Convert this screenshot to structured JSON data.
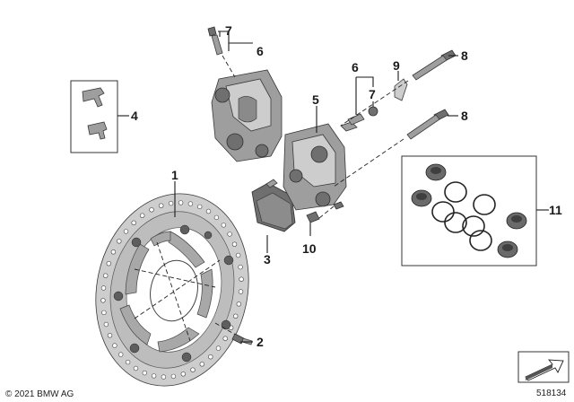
{
  "callouts": {
    "c1": "1",
    "c2": "2",
    "c3": "3",
    "c4": "4",
    "c5": "5",
    "c6a": "6",
    "c6b": "6",
    "c7a": "7",
    "c7b": "7",
    "c8a": "8",
    "c8b": "8",
    "c9": "9",
    "c10": "10",
    "c11": "11"
  },
  "footer": {
    "copyright": "© 2021 BMW AG",
    "diagram_number": "518134"
  },
  "icons": {
    "orientation": "arrow-direction-icon"
  }
}
